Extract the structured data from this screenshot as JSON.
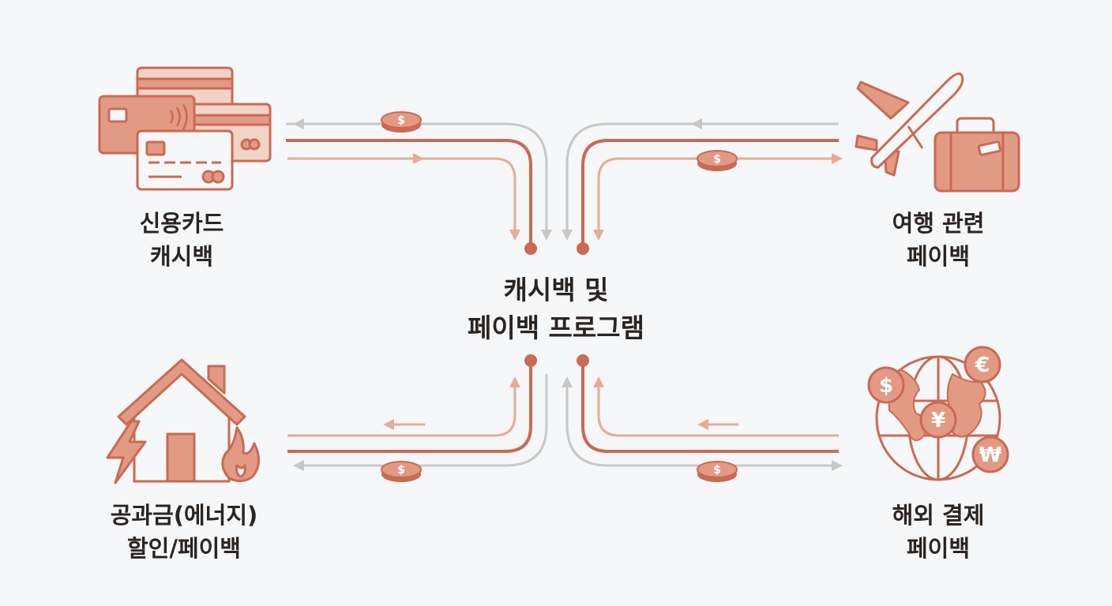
{
  "colors": {
    "accent": "#c96a53",
    "accent_light": "#e6ab98",
    "accent_fill": "#e39a85",
    "gray_line": "#c7c7c7",
    "background": "#f6f7f8"
  },
  "center": {
    "title_line1": "캐시백 및",
    "title_line2": "페이백 프로그램"
  },
  "nodes": {
    "credit_card": {
      "line1": "신용카드",
      "line2": "캐시백",
      "icon": "credit-cards-icon"
    },
    "travel": {
      "line1": "여행 관련",
      "line2": "페이백",
      "icon": "airplane-luggage-icon"
    },
    "utilities": {
      "line1": "공과금(에너지)",
      "line2": "할인/페이백",
      "icon": "house-energy-icon"
    },
    "overseas": {
      "line1": "해외 결제",
      "line2": "페이백",
      "icon": "globe-currency-icon"
    }
  },
  "coin_symbol": "$",
  "currency_symbols": [
    "$",
    "€",
    "¥",
    "₩"
  ]
}
